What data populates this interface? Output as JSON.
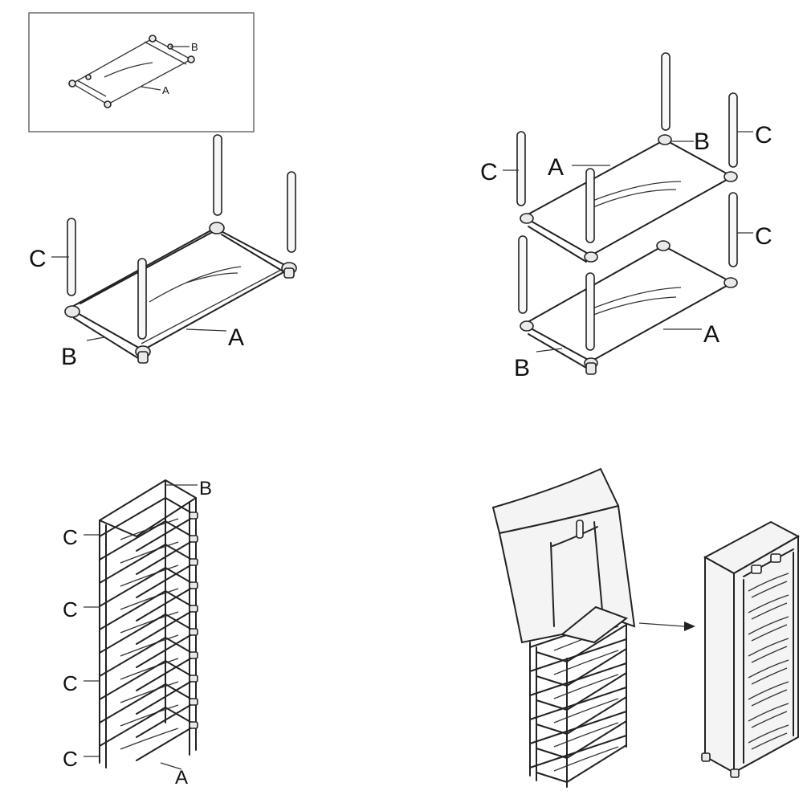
{
  "inset": {
    "label_b": "B",
    "label_a": "A"
  },
  "step1": {
    "label_c": "C",
    "label_a": "A",
    "label_b": "B"
  },
  "step2": {
    "label_c1": "C",
    "label_b": "B",
    "label_c2": "C",
    "label_a_top": "A",
    "label_c3": "C",
    "label_a_bottom": "A",
    "label_b_bottom": "B"
  },
  "step3": {
    "label_b": "B",
    "label_c1": "C",
    "label_c2": "C",
    "label_c3": "C",
    "label_c4": "C",
    "label_a": "A"
  },
  "step4": {}
}
